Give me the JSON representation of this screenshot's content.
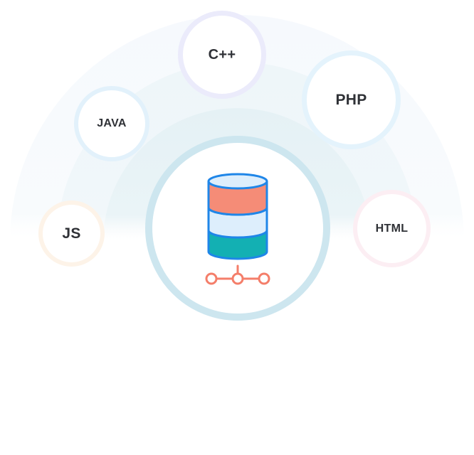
{
  "colors": {
    "arc_outer": "#f7fafd",
    "arc_middle": "#f0f7fa",
    "arc_inner": "#e6f2f6",
    "center_ring": "#cde6ef",
    "db_top": "#f58c77",
    "db_middle": "#ddeefc",
    "db_bottom": "#13b0b3",
    "db_outline": "#1f86e8",
    "network_nodes": "#f47e6a"
  },
  "center": {
    "icon": "database-network-icon"
  },
  "languages": [
    {
      "key": "cpp",
      "label": "C++"
    },
    {
      "key": "php",
      "label": "PHP"
    },
    {
      "key": "java",
      "label": "JAVA"
    },
    {
      "key": "js",
      "label": "JS"
    },
    {
      "key": "html",
      "label": "HTML"
    }
  ]
}
